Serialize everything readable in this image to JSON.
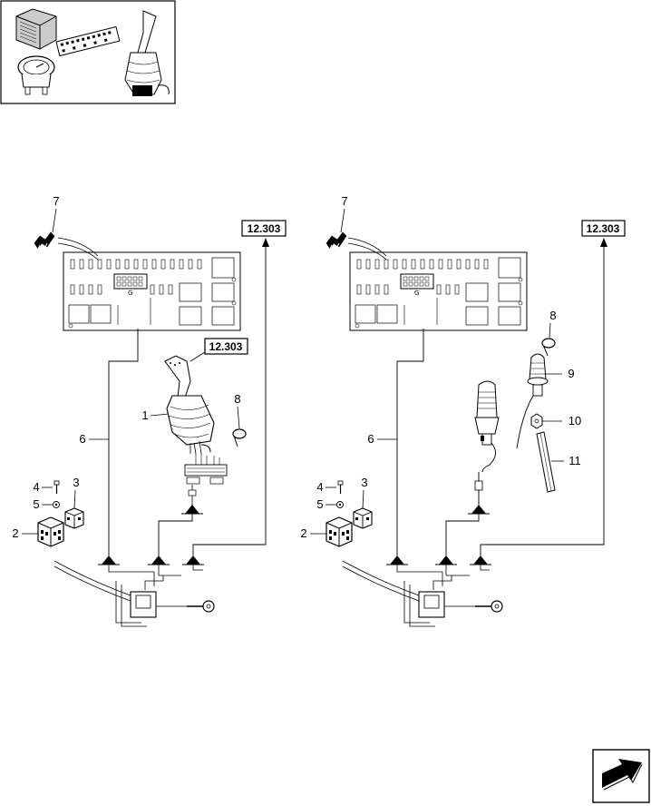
{
  "reference_boxes": {
    "left_top": "12.303",
    "left_joystick": "12.303",
    "right_top": "12.303"
  },
  "left_callouts": {
    "c1": "1",
    "c2": "2",
    "c3": "3",
    "c4": "4",
    "c5": "5",
    "c6": "6",
    "c7": "7",
    "c8": "8"
  },
  "right_callouts": {
    "c2": "2",
    "c3": "3",
    "c4": "4",
    "c5": "5",
    "c6": "6",
    "c7": "7",
    "c8": "8",
    "c9": "9",
    "c10": "10",
    "c11": "11"
  },
  "board_label": "G",
  "colors": {
    "ink": "#000000",
    "paper": "#ffffff"
  },
  "icons": {
    "thumbnail": "parts-thumbnail-icon",
    "navigation": "next-page-arrow-icon"
  }
}
